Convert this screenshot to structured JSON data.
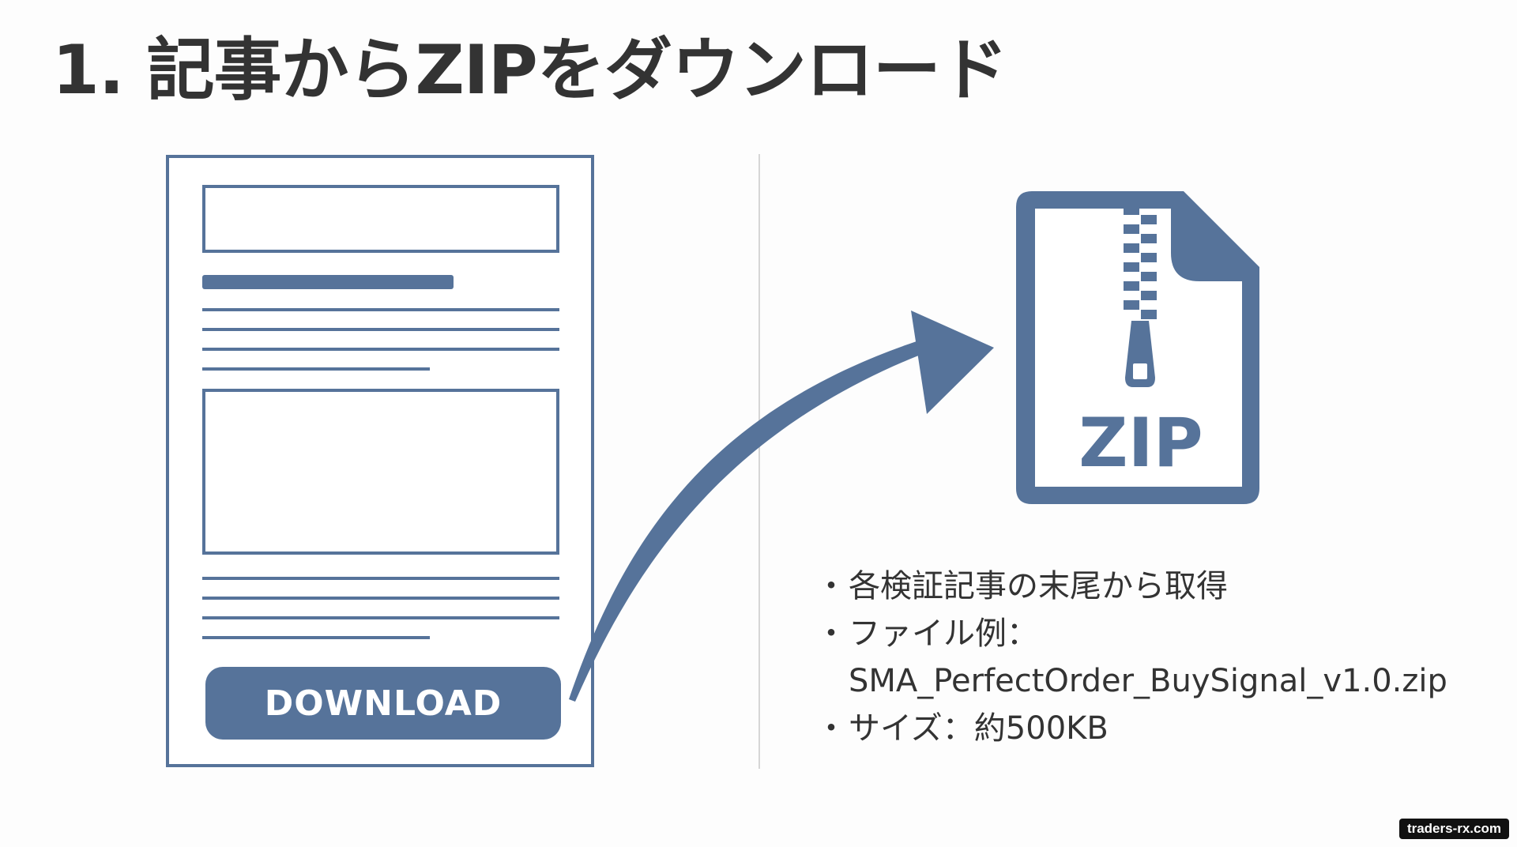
{
  "title": "1. 記事からZIPをダウンロード",
  "article": {
    "download_label": "DOWNLOAD"
  },
  "zip_icon": {
    "label": "ZIP"
  },
  "info": {
    "item1": "各検証記事の末尾から取得",
    "item2_label": "ファイル例：",
    "item2_value": "SMA_PerfectOrder_BuySignal_v1.0.zip",
    "item3": "サイズ：約500KB"
  },
  "watermark": "traders-rx.com",
  "colors": {
    "accent": "#56739a",
    "text": "#333333",
    "background": "#fdfdfd"
  },
  "icons": [
    "document-icon",
    "curved-arrow-icon",
    "zip-file-icon"
  ]
}
